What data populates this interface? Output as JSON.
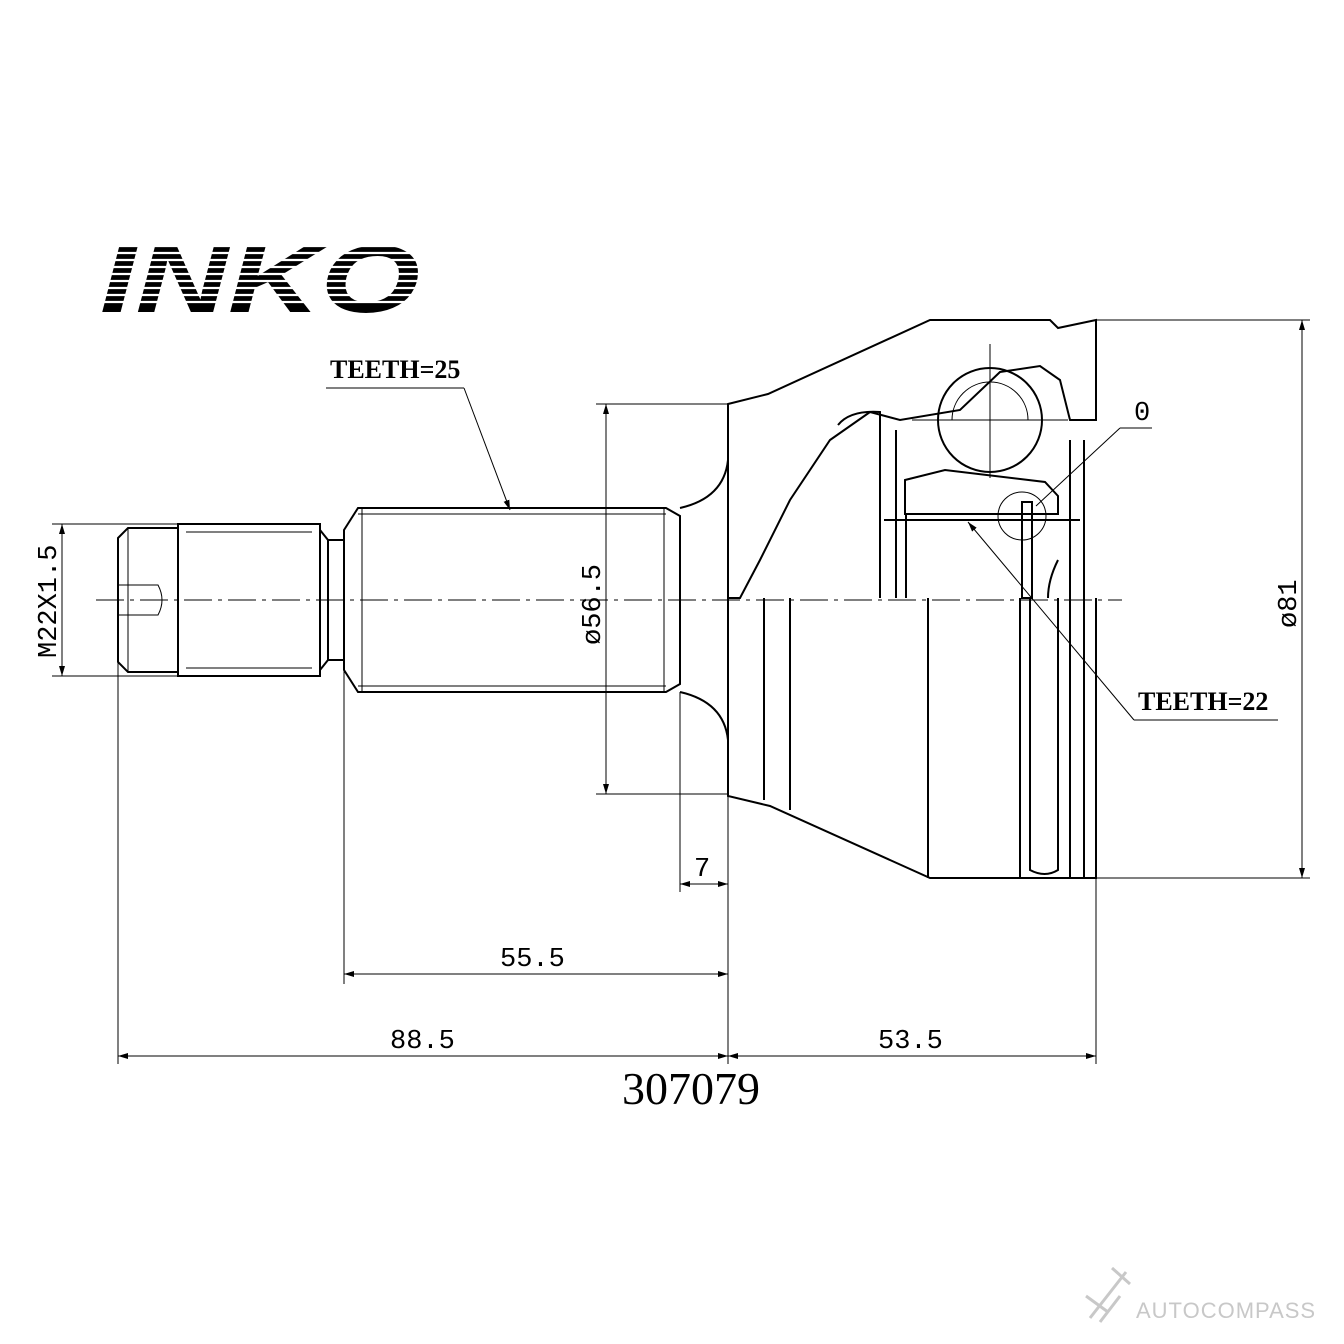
{
  "brand": {
    "logo_text": "INKO"
  },
  "callouts": {
    "teeth_shaft": "TEETH=25",
    "teeth_inner": "TEETH=22",
    "ring_mark": "0"
  },
  "dimensions": {
    "thread": "M22X1.5",
    "shaft_diameter": "ø56.5",
    "outer_diameter": "ø81",
    "flange_width": "7",
    "spline_length": "55.5",
    "shaft_length": "88.5",
    "body_length": "53.5"
  },
  "part_number": "307079",
  "watermark": {
    "text": "AUTOCOMPASS"
  }
}
